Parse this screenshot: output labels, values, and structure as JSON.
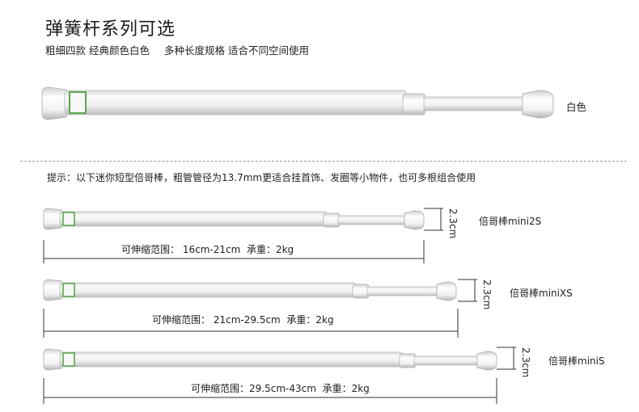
{
  "header": {
    "title": "弹簧杆系列可选",
    "subtitle_part1": "粗细四款 经典颜色白色",
    "subtitle_part2": "多种长度规格 适合不同空间使用"
  },
  "main_rod": {
    "color_label": "白色"
  },
  "tip": "提示：以下迷你短型倍哥棒，粗管管径为13.7mm更适合挂首饰、发圈等小物件，也可多根组合使用",
  "products": [
    {
      "model": "倍哥棒mini2S",
      "height": "2.3cm",
      "range_label": "可伸缩范围：",
      "range_value": "16cm-21cm",
      "load_label": "承重：",
      "load_value": "2kg"
    },
    {
      "model": "倍哥棒miniXS",
      "height": "2.3cm",
      "range_label": "可伸缩范围：",
      "range_value": "21cm-29.5cm",
      "load_label": "承重：",
      "load_value": "2kg"
    },
    {
      "model": "倍哥棒miniS",
      "height": "2.3cm",
      "range_label": "可伸缩范围：",
      "range_value": "29.5cm-43cm",
      "load_label": "承重：",
      "load_value": "2kg"
    }
  ],
  "colors": {
    "rod_fill": "#f3f3f3",
    "rod_shadow": "#cfcfcf",
    "label_green": "#5aa84a",
    "dim_line": "#333333"
  }
}
